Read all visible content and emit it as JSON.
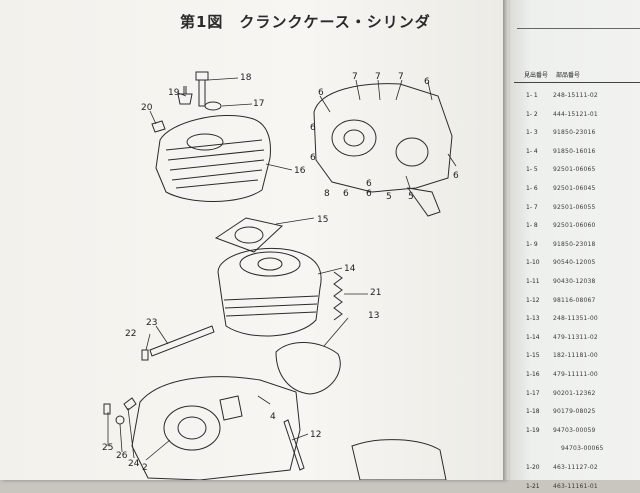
{
  "figure": {
    "title": "第1図　クランクケース・シリンダ"
  },
  "callouts": {
    "c18": "18",
    "c19": "19",
    "c20": "20",
    "c17": "17",
    "c16": "16",
    "c15": "15",
    "c14": "14",
    "c21": "21",
    "c13": "13",
    "c23": "23",
    "c22": "22",
    "c12": "12",
    "c4": "4",
    "c25": "25",
    "c26": "26",
    "c24": "24",
    "c2": "2",
    "c7a": "7",
    "c7b": "7",
    "c7c": "7",
    "c6a": "6",
    "c6b": "6",
    "c6c": "6",
    "c6d": "6",
    "c6e": "6",
    "c6f": "6",
    "c6g": "6",
    "c8": "8",
    "c5a": "5",
    "c5b": "5",
    "c6h": "6"
  },
  "parts_table": {
    "header": {
      "ref": "見出番号",
      "part": "部品番号"
    },
    "rows": [
      {
        "ref": "1- 1",
        "part": "248-15111-02"
      },
      {
        "ref": "1- 2",
        "part": "444-15121-01"
      },
      {
        "ref": "1- 3",
        "part": "91850-23016"
      },
      {
        "ref": "1- 4",
        "part": "91850-16016"
      },
      {
        "ref": "1- 5",
        "part": "92501-06065"
      },
      {
        "ref": "1- 6",
        "part": "92501-06045"
      },
      {
        "ref": "1- 7",
        "part": "92501-06055"
      },
      {
        "ref": "1- 8",
        "part": "92501-06060"
      },
      {
        "ref": "1- 9",
        "part": "91850-23018"
      },
      {
        "ref": "1-10",
        "part": "90540-12005"
      },
      {
        "ref": "1-11",
        "part": "90430-12038"
      },
      {
        "ref": "1-12",
        "part": "98116-08067"
      },
      {
        "ref": "1-13",
        "part": "248-11351-00"
      },
      {
        "ref": "1-14",
        "part": "479-11311-02"
      },
      {
        "ref": "1-15",
        "part": "182-11181-00"
      },
      {
        "ref": "1-16",
        "part": "479-11111-00"
      },
      {
        "ref": "1-17",
        "part": "90201-12362"
      },
      {
        "ref": "1-18",
        "part": "90179-08025"
      },
      {
        "ref": "1-19",
        "part": "94703-00059"
      },
      {
        "ref": "",
        "part": "94703-00065"
      },
      {
        "ref": "1-20",
        "part": "463-11127-02"
      },
      {
        "ref": "1-21",
        "part": "463-11161-01"
      }
    ]
  }
}
